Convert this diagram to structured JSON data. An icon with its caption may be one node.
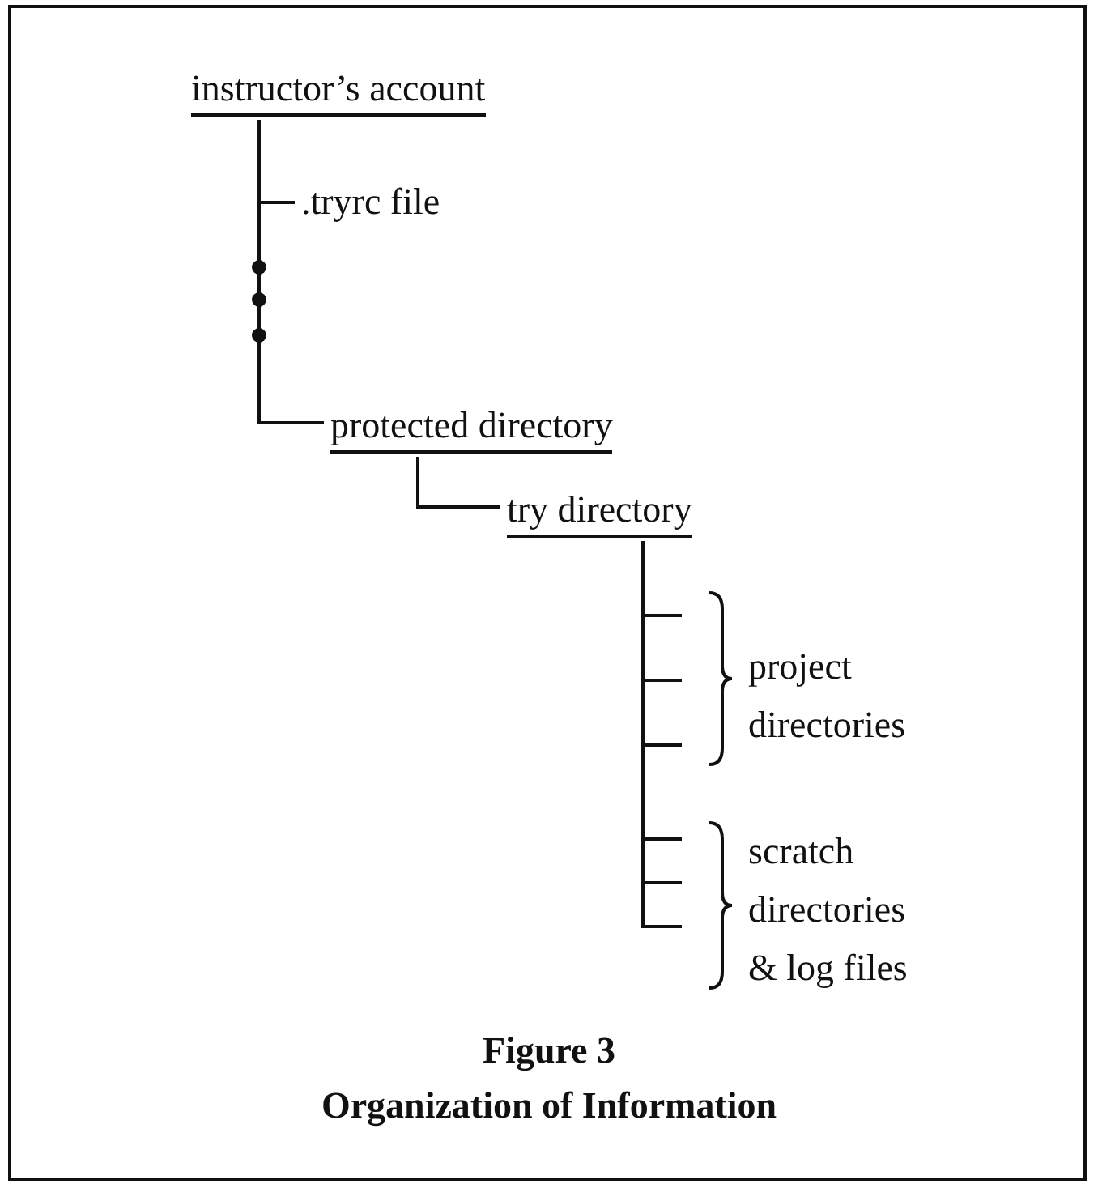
{
  "diagram": {
    "caption": "Organization of Information",
    "nodes": [
      {
        "text": [
          "instructor’s account"
        ]
      },
      {
        "text": [
          ".tryrc file"
        ]
      },
      {
        "text": [
          "protected directory"
        ]
      },
      {
        "text": [
          "try directory"
        ]
      }
    ],
    "edges": [
      {
        "from": 0,
        "to": 1,
        "arrow": "none"
      },
      {
        "from": 0,
        "to": 2,
        "arrow": "none"
      },
      {
        "from": 2,
        "to": 3,
        "arrow": "none"
      },
      {
        "from": 3,
        "to": null,
        "arrow": "none"
      },
      {
        "from": 3,
        "to": null,
        "arrow": "none"
      },
      {
        "from": 3,
        "to": null,
        "arrow": "none"
      },
      {
        "from": 3,
        "to": null,
        "arrow": "none"
      },
      {
        "from": 3,
        "to": null,
        "arrow": "none"
      },
      {
        "from": 3,
        "to": null,
        "arrow": "none"
      }
    ],
    "labels": [
      "project directories",
      "scratch directories & log files",
      "Figure 3"
    ]
  }
}
